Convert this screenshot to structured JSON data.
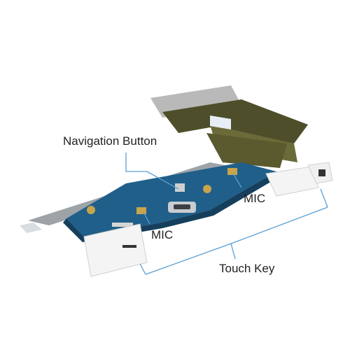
{
  "labels": {
    "navigation_button": "Navigation Button",
    "mic_right": "MIC",
    "mic_left": "MIC",
    "touch_key": "Touch Key"
  },
  "colors": {
    "pcb": "#1f5f8a",
    "flex_cable": "#5a5a2e",
    "callout_line": "#5a9fd4",
    "stiffener": "#cfcfcf",
    "label_text": "#222222"
  }
}
